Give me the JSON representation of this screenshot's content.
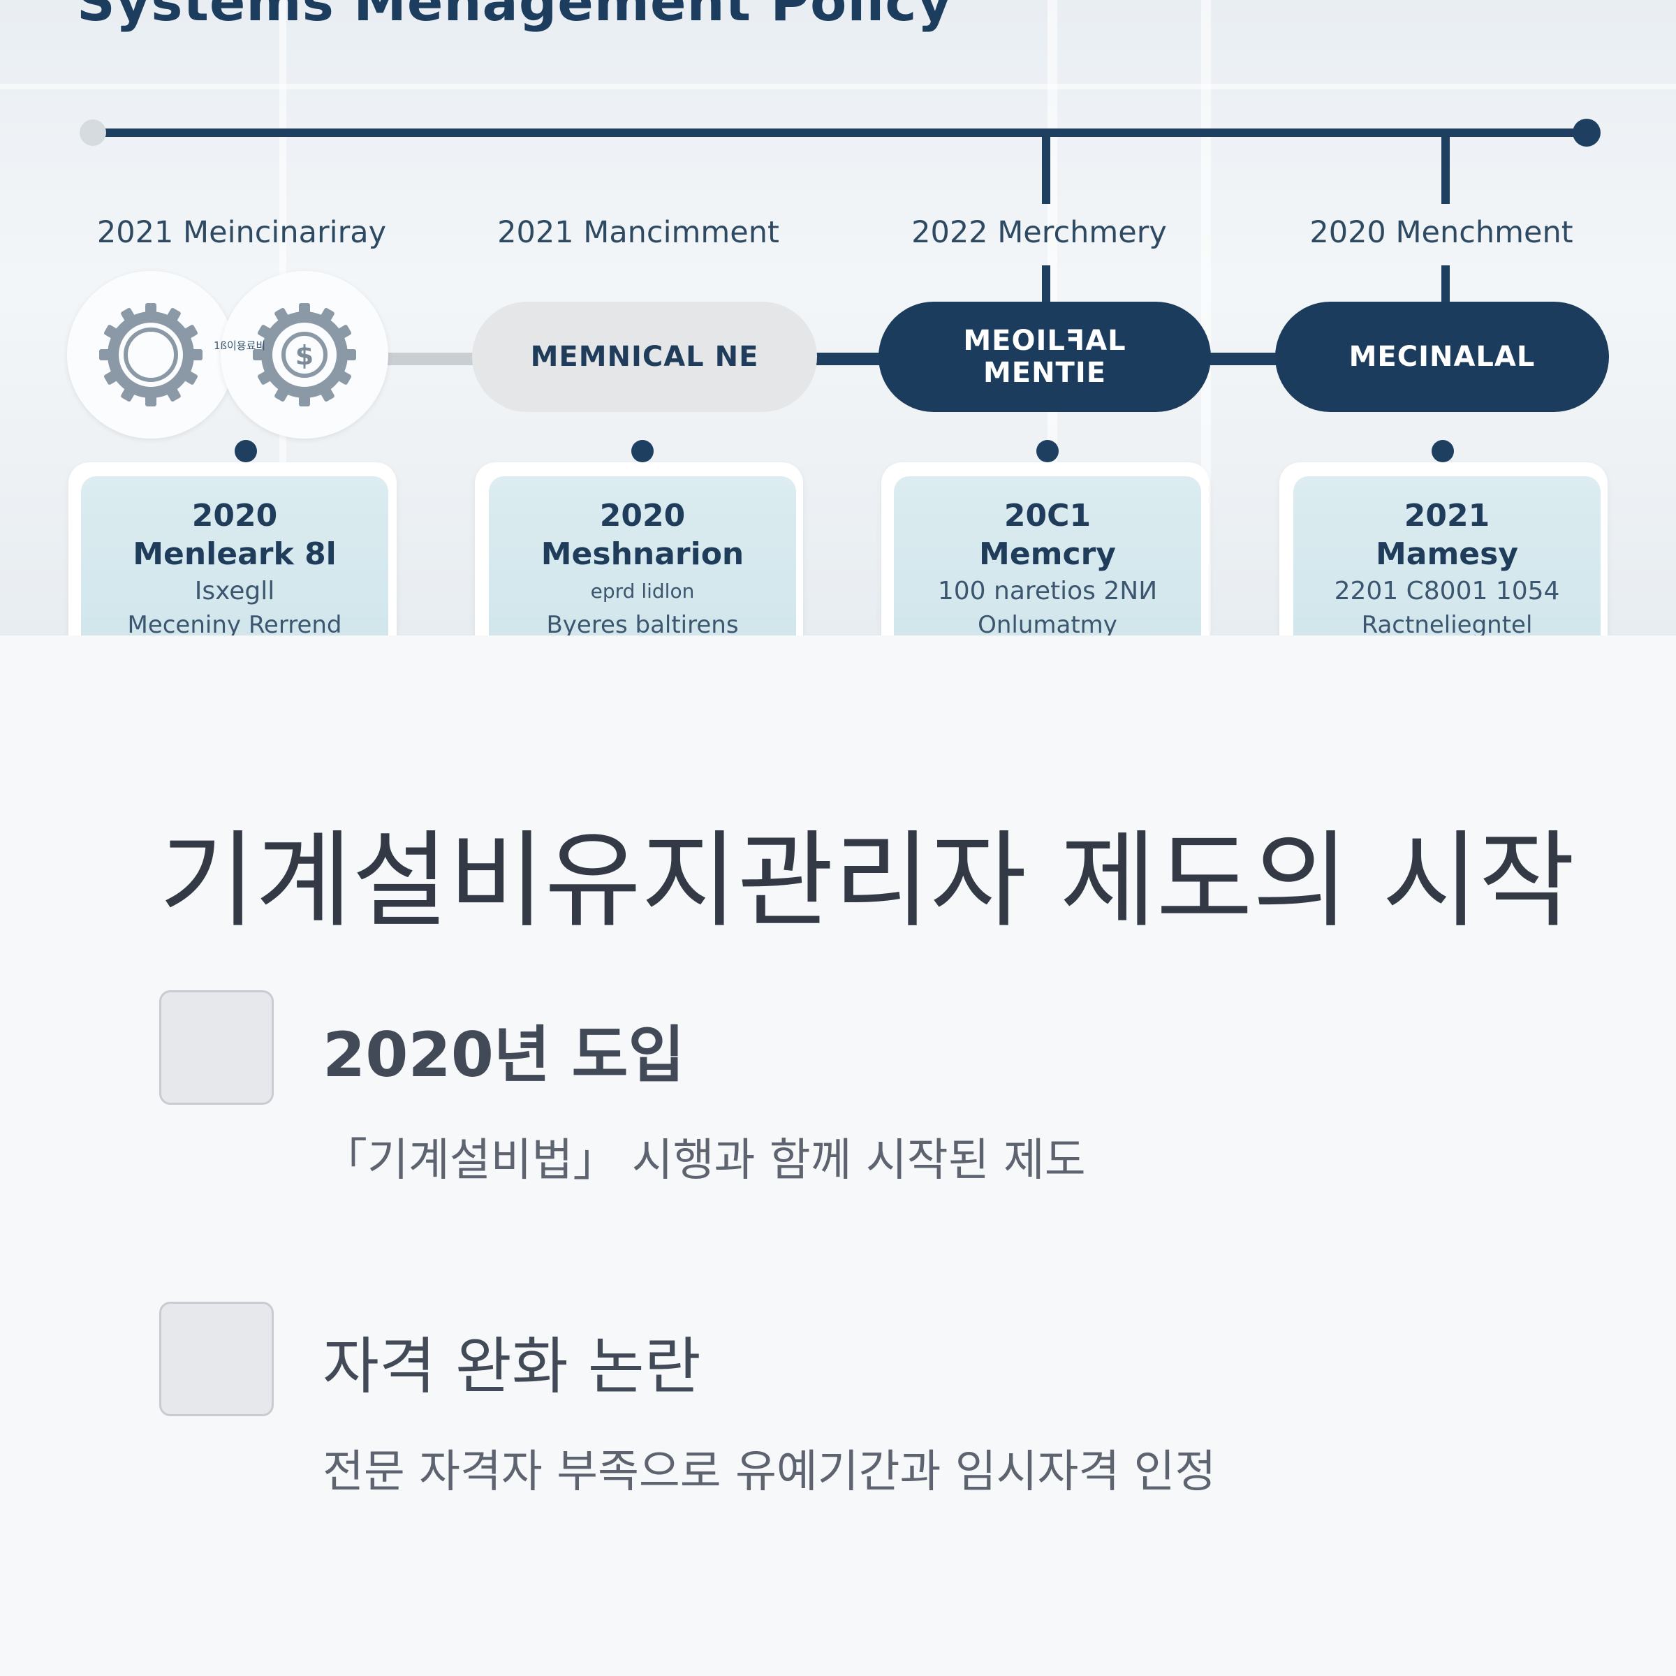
{
  "infographic": {
    "title": "Systems Menagement Policy",
    "columns": [
      {
        "year_label": "2021 Meincinariray",
        "pill_text": "",
        "gear_caption": "1ß이용료비",
        "card": {
          "year": "2020",
          "name": "Menleark 8l",
          "line1": "Isxegll",
          "line2": "Meceniny Rerrend"
        }
      },
      {
        "year_label": "2021 Mancimment",
        "pill_text": "MEMNICAL NE",
        "card": {
          "year": "2020",
          "name": "Meshnarion",
          "line1": "eprd lidlon",
          "line2": "Byeres baltirens"
        }
      },
      {
        "year_label": "2022 Merchmery",
        "pill_text_line1": "MEOILꟻAL",
        "pill_text_line2": "MENTIE",
        "card": {
          "year": "20C1",
          "name": "Memcry",
          "line1": "100 naretios 2NИ",
          "line2": "Onlumatmy"
        }
      },
      {
        "year_label": "2020 Menchment",
        "pill_text": "MECINALAL",
        "card": {
          "year": "2021",
          "name": "Mamesy",
          "line1": "2201 C8001 1054",
          "line2": "Ractneliegntel"
        }
      }
    ]
  },
  "slide": {
    "title": "기계설비유지관리자 제도의 시작",
    "items": [
      {
        "heading": "2020년 도입",
        "description": "「기계설비법」 시행과 함께 시작된 제도"
      },
      {
        "heading": "자격 완화 논란",
        "description": "전문 자격자 부족으로 유예기간과 임시자격 인정"
      }
    ]
  },
  "colors": {
    "navy": "#1b3c5d",
    "slide_bg": "#f7f8f9",
    "title_text": "#333a45",
    "card_bg": "#d3e7ec"
  }
}
